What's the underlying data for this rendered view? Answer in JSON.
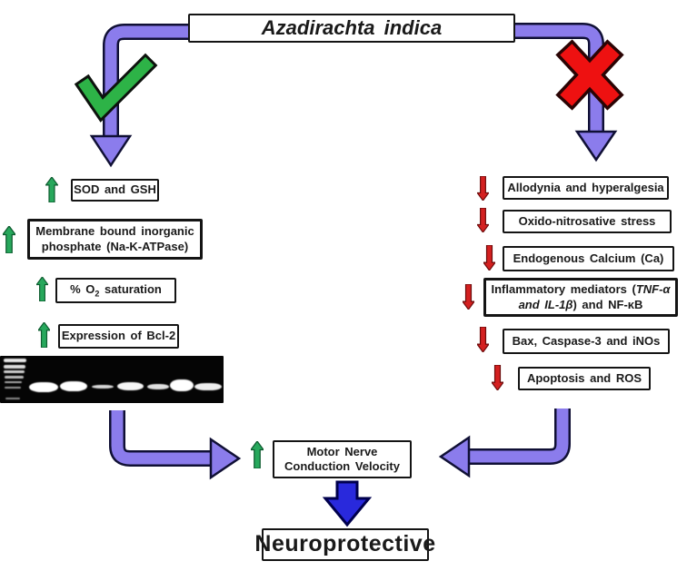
{
  "title": "Azadirachta indica",
  "colors": {
    "flow_arrow_purple": "#8B7CEC",
    "result_arrow_blue": "#2929DC",
    "up_arrow_green": "#27A85C",
    "down_arrow_red": "#D42020",
    "checkmark_green": "#2DB347",
    "cross_red": "#EE1111",
    "box_border": "#141414",
    "gel_background": "#050505"
  },
  "left_column": {
    "items": [
      {
        "label": "SOD and GSH"
      },
      {
        "label": "Membrane bound inorganic phosphate (Na-K-ATPase)"
      },
      {
        "pre": "% O",
        "sub": "2",
        "post": " saturation"
      },
      {
        "label": "Expression of Bcl-2"
      }
    ]
  },
  "right_column": {
    "items": [
      {
        "label": "Allodynia and hyperalgesia"
      },
      {
        "label": "Oxido-nitrosative stress"
      },
      {
        "label": "Endogenous Calcium (Ca)"
      },
      {
        "line1_normal": "Inflammatory mediators (",
        "line1_italic": "TNF-α",
        "line2_italic": "and IL-1β",
        "line2_normal": ") and NF-κB"
      },
      {
        "label": "Bax, Caspase-3 and iNOs"
      },
      {
        "label": "Apoptosis and ROS"
      }
    ]
  },
  "center": {
    "mncv_line1": "Motor Nerve",
    "mncv_line2": "Conduction Velocity",
    "outcome": "Neuroprotective"
  }
}
